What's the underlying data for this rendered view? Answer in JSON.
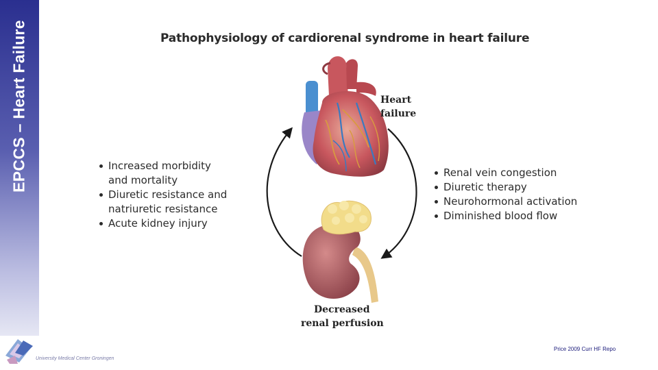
{
  "slide": {
    "sidebar_title": "EPCCS – Heart Failure",
    "institution": "University Medical Center Groningen",
    "citation": "Price 2009  Curr  HF Repo"
  },
  "diagram": {
    "title": "Pathophysiology of cardiorenal syndrome in heart failure",
    "heart_label": [
      "Heart",
      "failure"
    ],
    "kidney_label": [
      "Decreased",
      "renal perfusion"
    ],
    "left_bullets": [
      "Increased morbidity",
      "and mortality",
      "Diuretic resistance and",
      "natriuretic resistance",
      "Acute kidney injury"
    ],
    "right_bullets": [
      "Renal vein congestion",
      "Diuretic therapy",
      "Neurohormonal activation",
      "Diminished blood flow"
    ]
  },
  "colors": {
    "heart": "#c8575e",
    "atrium": "#9a86c8",
    "vein": "#4a8fd0",
    "kidney": "#a85a5e",
    "adrenal": "#f2dc8a",
    "ureter": "#e8c88a",
    "arrow": "#1a1a1a"
  },
  "icons": [
    "heart-illustration",
    "kidney-illustration",
    "cycle-arrow",
    "umcg-logo"
  ]
}
